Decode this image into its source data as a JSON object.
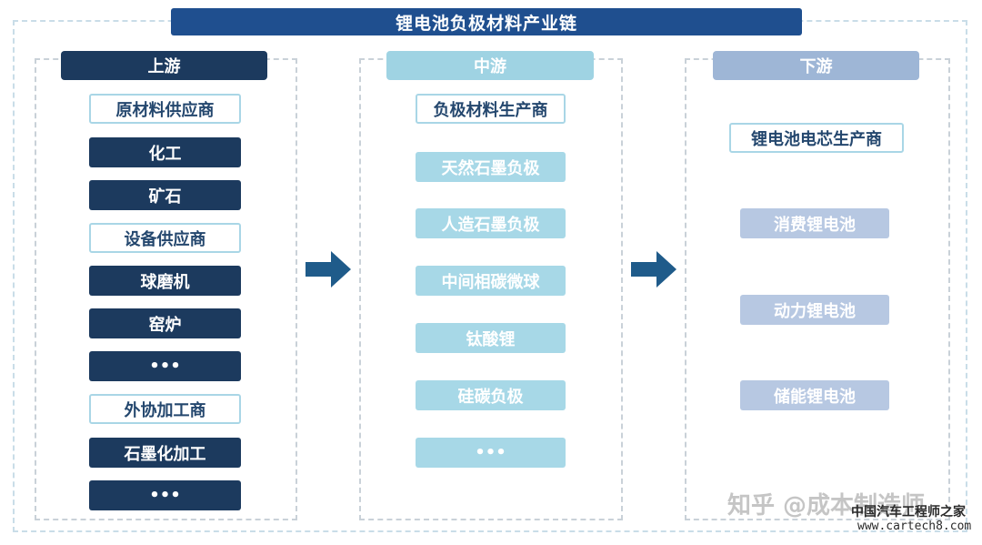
{
  "title": "锂电池负极材料产业链",
  "upstream": {
    "header": "上游",
    "items": [
      {
        "label": "原材料供应商",
        "style": "outline"
      },
      {
        "label": "化工",
        "style": "dark"
      },
      {
        "label": "矿石",
        "style": "dark"
      },
      {
        "label": "设备供应商",
        "style": "outline"
      },
      {
        "label": "球磨机",
        "style": "dark"
      },
      {
        "label": "窑炉",
        "style": "dark"
      },
      {
        "label": "•••",
        "style": "dark"
      },
      {
        "label": "外协加工商",
        "style": "outline"
      },
      {
        "label": "石墨化加工",
        "style": "dark"
      },
      {
        "label": "•••",
        "style": "dark"
      }
    ]
  },
  "midstream": {
    "header": "中游",
    "items": [
      {
        "label": "负极材料生产商",
        "style": "outline"
      },
      {
        "label": "天然石墨负极",
        "style": "light"
      },
      {
        "label": "人造石墨负极",
        "style": "light"
      },
      {
        "label": "中间相碳微球",
        "style": "light"
      },
      {
        "label": "钛酸锂",
        "style": "light"
      },
      {
        "label": "硅碳负极",
        "style": "light"
      },
      {
        "label": "•••",
        "style": "light"
      }
    ]
  },
  "downstream": {
    "header": "下游",
    "items": [
      {
        "label": "锂电池电芯生产商",
        "style": "outline"
      },
      {
        "label": "消费锂电池",
        "style": "lilac"
      },
      {
        "label": "动力锂电池",
        "style": "lilac"
      },
      {
        "label": "储能锂电池",
        "style": "lilac"
      }
    ]
  },
  "watermark": {
    "zhihu": "知乎 @成本制造师",
    "site_name": "中国汽车工程师之家",
    "site_url": "www.cartech8.com"
  },
  "colors": {
    "title_bg": "#1f4f8f",
    "dark": "#1c3a5e",
    "light": "#a7d8e7",
    "lilac": "#b7c8e2",
    "arrow": "#1f5b8a"
  }
}
